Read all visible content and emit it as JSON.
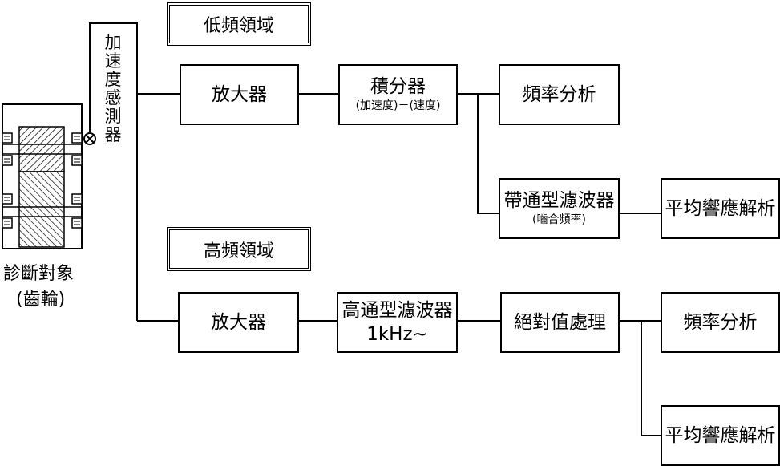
{
  "regions": {
    "low": "低頻領域",
    "high": "高頻領域"
  },
  "sensor": {
    "chars": [
      "加",
      "速",
      "度",
      "感",
      "測",
      "器"
    ]
  },
  "target": {
    "line1": "診斷對象",
    "line2": "(齒輪)"
  },
  "low_path": {
    "amplifier": "放大器",
    "integrator": "積分器",
    "integrator_sub": "(加速度)－(速度)",
    "freq_analysis": "頻率分析",
    "bandpass": "帶通型濾波器",
    "bandpass_sub": "(嚙合頻率)",
    "avg_response": "平均響應解析"
  },
  "high_path": {
    "amplifier": "放大器",
    "highpass": "高通型濾波器",
    "highpass_sub": "1kHz~",
    "abs_value": "絕對值處理",
    "freq_analysis": "頻率分析",
    "avg_response": "平均響應解析"
  }
}
